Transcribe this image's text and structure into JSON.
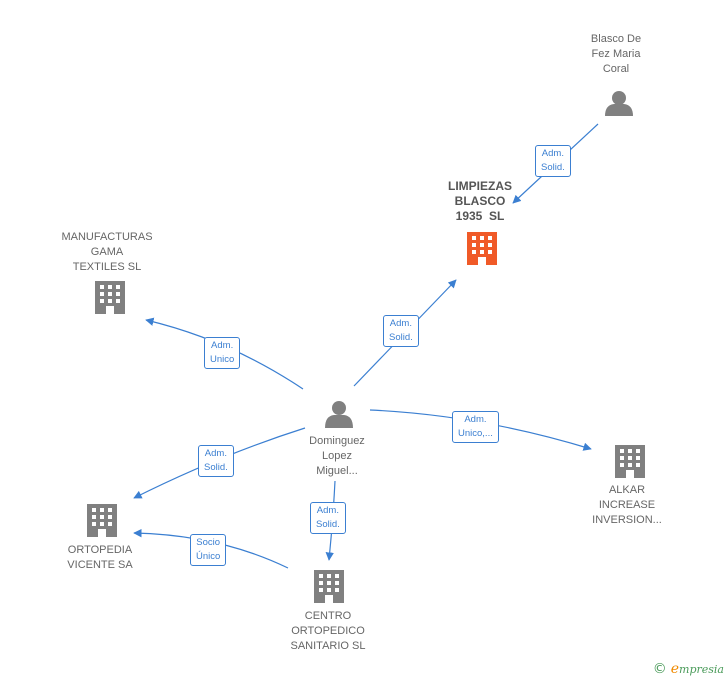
{
  "colors": {
    "edge": "#3b7fd1",
    "node": "#808080",
    "focus": "#f05a28"
  },
  "nodes": {
    "blasco": {
      "lines": [
        "Blasco De",
        "Fez Maria",
        "Coral"
      ],
      "icon": "person-icon"
    },
    "limpiezas": {
      "lines": [
        "LIMPIEZAS",
        "BLASCO",
        "1935  SL"
      ],
      "icon": "building-icon",
      "focus": true
    },
    "manufacturas": {
      "lines": [
        "MANUFACTURAS",
        "GAMA",
        "TEXTILES SL"
      ],
      "icon": "building-icon"
    },
    "dominguez": {
      "lines": [
        "Dominguez",
        "Lopez",
        "Miguel..."
      ],
      "icon": "person-icon"
    },
    "alkar": {
      "lines": [
        "ALKAR",
        "INCREASE",
        "INVERSION..."
      ],
      "icon": "building-icon"
    },
    "ortopedia": {
      "lines": [
        "ORTOPEDIA",
        "VICENTE SA"
      ],
      "icon": "building-icon"
    },
    "centro": {
      "lines": [
        "CENTRO",
        "ORTOPEDICO",
        "SANITARIO SL"
      ],
      "icon": "building-icon"
    }
  },
  "edges": {
    "blasco_limpiezas": [
      "Adm.",
      "Solid."
    ],
    "dominguez_limpiezas": [
      "Adm.",
      "Solid."
    ],
    "dominguez_manufacturas": [
      "Adm.",
      "Unico"
    ],
    "dominguez_alkar": [
      "Adm.",
      "Unico,..."
    ],
    "dominguez_ortopedia": [
      "Adm.",
      "Solid."
    ],
    "dominguez_centro": [
      "Adm.",
      "Solid."
    ],
    "centro_ortopedia": [
      "Socio",
      "Único"
    ]
  },
  "brand": {
    "copyright": "©",
    "e": "e",
    "name": "mpresia"
  }
}
